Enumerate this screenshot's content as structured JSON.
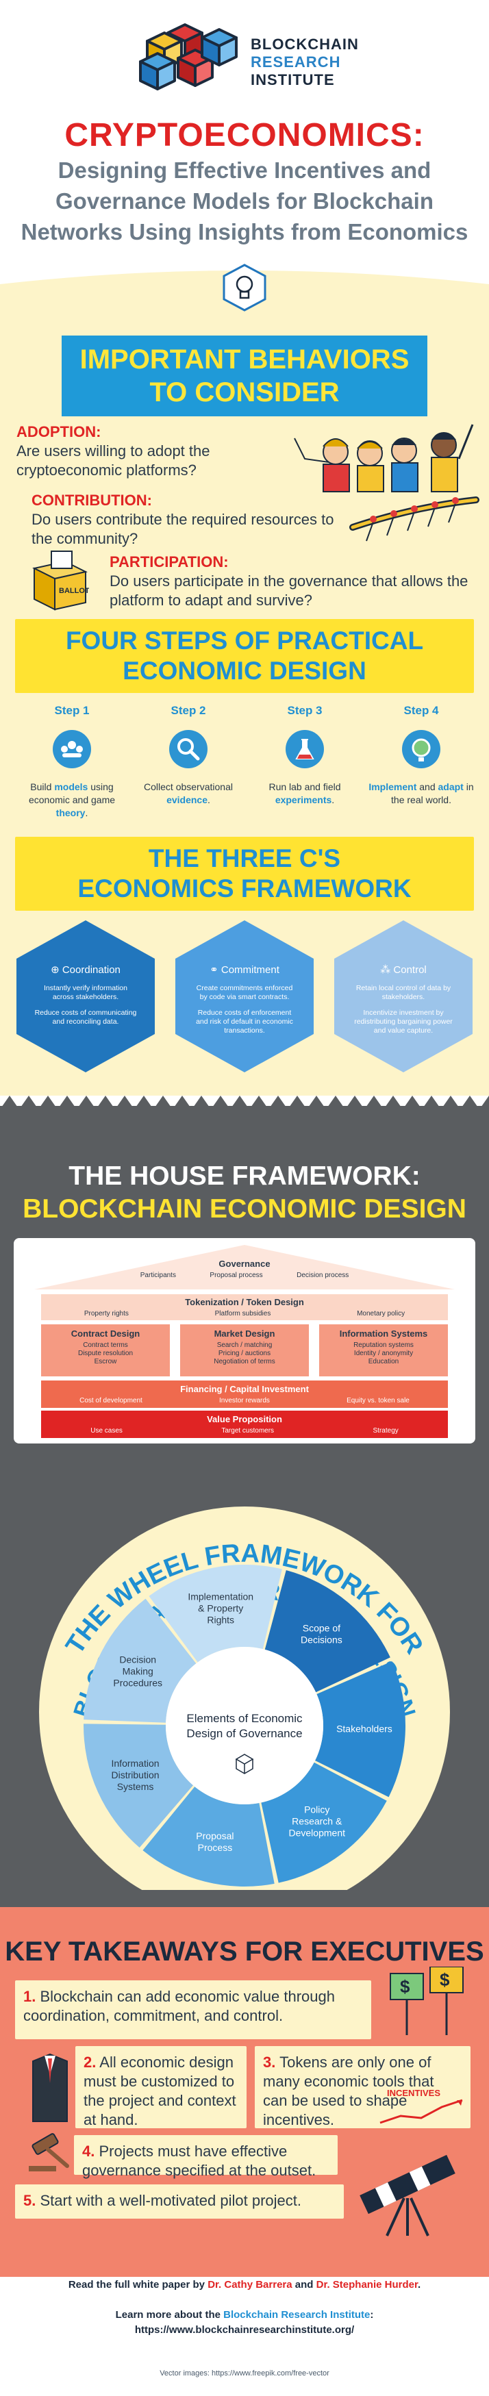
{
  "header": {
    "logo_lines": [
      "BLOCKCHAIN",
      "RESEARCH",
      "INSTITUTE"
    ],
    "title": "CRYPTOECONOMICS:",
    "subtitle": "Designing Effective Incentives and Governance Models for Blockchain Networks Using Insights from Economics"
  },
  "behaviors": {
    "title": "IMPORTANT BEHAVIORS\nTO CONSIDER",
    "items": [
      {
        "label": "ADOPTION:",
        "text": "Are users willing to adopt the cryptoeconomic platforms?"
      },
      {
        "label": "CONTRIBUTION:",
        "text": "Do users contribute the required resources to the community?"
      },
      {
        "label": "PARTICIPATION:",
        "text": "Do users participate in the governance that allows the platform to adapt and survive?"
      }
    ],
    "ballot_label": "BALLOTS"
  },
  "four_steps": {
    "title": "FOUR STEPS OF PRACTICAL\nECONOMIC DESIGN",
    "steps": [
      {
        "label": "Step 1",
        "icon": "community-icon",
        "pre": "Build ",
        "hl1": "models",
        "mid": " using economic and game ",
        "hl2": "theory",
        "post": "."
      },
      {
        "label": "Step 2",
        "icon": "magnifier-icon",
        "pre": "Collect observational ",
        "hl1": "evidence",
        "mid": ".",
        "hl2": "",
        "post": ""
      },
      {
        "label": "Step 3",
        "icon": "flask-icon",
        "pre": "Run lab and field ",
        "hl1": "experiments",
        "mid": ".",
        "hl2": "",
        "post": ""
      },
      {
        "label": "Step 4",
        "icon": "globe-icon",
        "pre": "",
        "hl1": "Implement",
        "mid": " and ",
        "hl2": "adapt",
        "post": " in the real world."
      }
    ]
  },
  "three_cs": {
    "title": "THE THREE C'S\nECONOMICS FRAMEWORK",
    "items": [
      {
        "title": "Coordination",
        "icon": "globe-icon",
        "color": "#2176bd",
        "lines": [
          "Instantly verify information across stakeholders.",
          "Reduce costs of communicating and reconciling data."
        ]
      },
      {
        "title": "Commitment",
        "icon": "handshake-icon",
        "color": "#4d9ee0",
        "lines": [
          "Create commitments enforced by code via smart contracts.",
          "Reduce costs of enforcement and risk of default in economic transactions."
        ]
      },
      {
        "title": "Control",
        "icon": "network-icon",
        "color": "#9cc4ea",
        "lines": [
          "Retain local control of data by stakeholders.",
          "Incentivize investment by redistributing bargaining power and value capture."
        ]
      }
    ]
  },
  "house": {
    "title_line1": "THE HOUSE FRAMEWORK:",
    "title_line2": "BLOCKCHAIN ECONOMIC DESIGN",
    "governance": {
      "title": "Governance",
      "items": [
        "Participants",
        "Proposal process",
        "Decision process"
      ]
    },
    "tokenization": {
      "title": "Tokenization / Token Design",
      "items": [
        "Property rights",
        "Platform subsidies",
        "Monetary policy"
      ]
    },
    "columns": [
      {
        "title": "Contract Design",
        "items": [
          "Contract terms",
          "Dispute resolution",
          "Escrow"
        ]
      },
      {
        "title": "Market Design",
        "items": [
          "Search / matching",
          "Pricing / auctions",
          "Negotiation of terms"
        ]
      },
      {
        "title": "Information Systems",
        "items": [
          "Reputation systems",
          "Identity / anonymity",
          "Education"
        ]
      }
    ],
    "financing": {
      "title": "Financing / Capital Investment",
      "items": [
        "Cost of development",
        "Investor rewards",
        "Equity vs. token sale"
      ]
    },
    "value": {
      "title": "Value Proposition",
      "items": [
        "Use cases",
        "Target customers",
        "Strategy"
      ]
    }
  },
  "wheel": {
    "title_line1": "THE WHEEL FRAMEWORK FOR",
    "title_line2": "BLOCKCHAIN GOVERNANCE DESIGN",
    "center": "Elements of Economic Design of Governance",
    "segments": [
      {
        "label": "Scope of Decisions",
        "color": "#1f6fb8"
      },
      {
        "label": "Stakeholders",
        "color": "#2a88d0"
      },
      {
        "label": "Policy Research & Development",
        "color": "#3a98da"
      },
      {
        "label": "Proposal Process",
        "color": "#5aaae2"
      },
      {
        "label": "Information Distribution Systems",
        "color": "#8cc2ea"
      },
      {
        "label": "Decision Making Procedures",
        "color": "#a9d1f0"
      },
      {
        "label": "Implementation & Property Rights",
        "color": "#c2dff5"
      }
    ]
  },
  "takeaways": {
    "title": "KEY TAKEAWAYS FOR EXECUTIVES",
    "items": [
      {
        "n": "1.",
        "text": "Blockchain can add economic value through coordination, commitment, and control."
      },
      {
        "n": "2.",
        "text": "All economic design must be customized to the project and context at hand."
      },
      {
        "n": "3.",
        "text": "Tokens are only one of many economic tools that can be used to shape incentives."
      },
      {
        "n": "4.",
        "text": "Projects must have effective governance specified at the outset."
      },
      {
        "n": "5.",
        "text": "Start with a well-motivated pilot project."
      }
    ],
    "incentives_label": "INCENTIVES",
    "sign_label": "$"
  },
  "footer": {
    "read_pre": "Read the full white paper by ",
    "author1": "Dr. Cathy Barrera",
    "and": " and ",
    "author2": "Dr. Stephanie Hurder",
    "read_post": ".",
    "learn_pre": "Learn more about the ",
    "org": "Blockchain Research Institute",
    "learn_post": ":",
    "url": "https://www.blockchainresearchinstitute.org/",
    "credit": "Vector images: https://www.freepik.com/free-vector"
  },
  "colors": {
    "red": "#e02424",
    "blue": "#1f9ad8",
    "yellow": "#ffe332",
    "cream": "#fdf4c9",
    "gray": "#5a5d60",
    "salmon": "#f2836c"
  }
}
